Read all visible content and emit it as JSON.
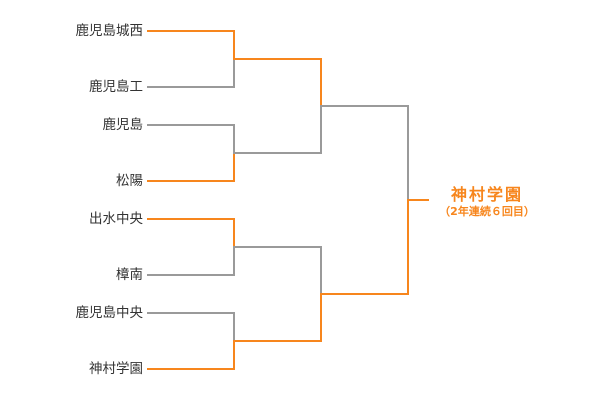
{
  "colors": {
    "win": "#f7861d",
    "lose": "#9a9a9a",
    "text": "#333333"
  },
  "teams": [
    "鹿児島城西",
    "鹿児島工",
    "鹿児島",
    "松陽",
    "出水中央",
    "樟南",
    "鹿児島中央",
    "神村学園"
  ],
  "rounds": {
    "round1_winners": [
      "top",
      "bottom",
      "top",
      "bottom"
    ],
    "round2_winners": [
      "top",
      "bottom"
    ],
    "final_winner": "bottom"
  },
  "champion": {
    "name": "神村学園",
    "note": "（2年連続６回目）"
  }
}
